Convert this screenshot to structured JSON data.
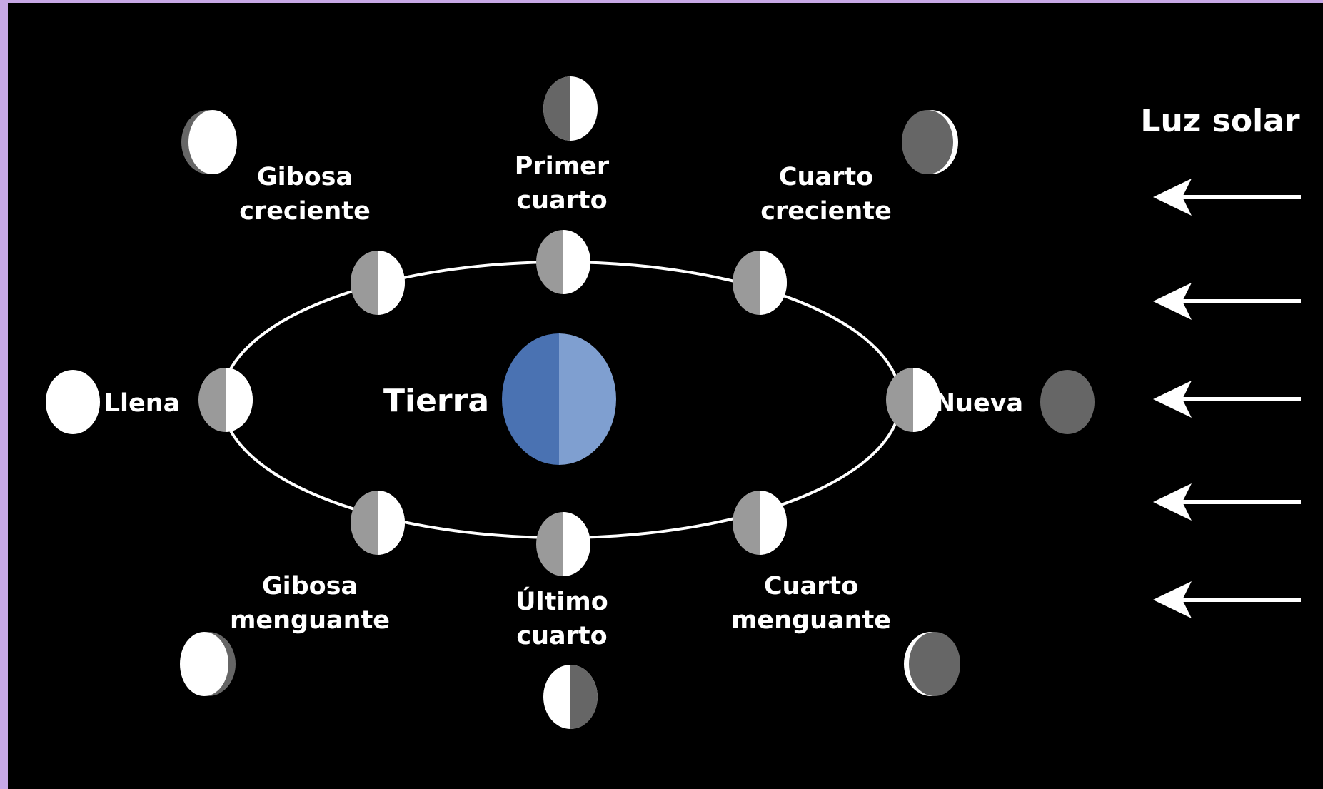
{
  "title": "",
  "labels": {
    "sunlight": "Luz solar",
    "earth": "Tierra",
    "full": "Llena",
    "new": "Nueva",
    "waxing_gibbous": [
      "Gibosa",
      "creciente"
    ],
    "first_quarter": [
      "Primer",
      "cuarto"
    ],
    "waxing_crescent": [
      "Cuarto",
      "creciente"
    ],
    "waning_gibbous": [
      "Gibosa",
      "menguante"
    ],
    "last_quarter": [
      "Último",
      "cuarto"
    ],
    "waning_crescent": [
      "Cuarto",
      "menguante"
    ]
  },
  "colors": {
    "background": "#000000",
    "frame": "#c7a8e6",
    "earth_dark": "#4a72b2",
    "earth_light": "#7f9fd0",
    "moon_lit": "#ffffff",
    "moon_dark": "#9a9a9a",
    "moon_shadow": "#666666"
  },
  "icons": [
    "sunlight-arrow-icon",
    "moon-icon",
    "earth-icon"
  ]
}
